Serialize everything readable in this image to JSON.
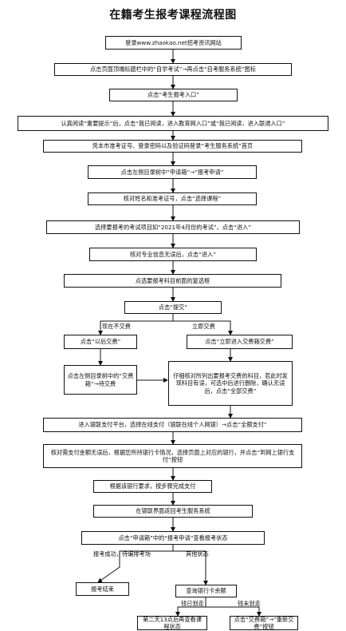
{
  "title": "在籍考生报考课程流程图",
  "steps": {
    "s1": "登录www.zhaokao.net招考资讯网站",
    "s2": "点击页面顶端标题栏中的“自学考试”→再点击“自考服务系统”图标",
    "s3": "点击“考生报考入口”",
    "s4": "认真阅读“重要提示”后，点击“我已阅读，进入教育网入口”或“我已阅读，进入联通入口”",
    "s5": "凭本市准考证号、登录密码以及验证码登录“考生服务系统”首页",
    "s6": "点击左侧目录树中“申请箱”→“报考申请”",
    "s7": "核对姓名和准考证号，点击“选择课程”",
    "s8": "选择要报考的考试项目如“2021年4月份的考试”，点击“进入”",
    "s9": "核对专业信息无误后，点击“进入”",
    "s10": "点选要报考科目前面的复选框",
    "s11": "点击“提交”",
    "left1": "点击“以后交费”",
    "left2": "点击左侧目录树中的“交费箱”→待交费",
    "right1": "点击“立即进入交费箱交费”",
    "right2": "仔细核对所列出要报考交费的科目，若此时发现科目有误，可选中后进行删除，确认无误后，点击“全部交费”",
    "s12": "进入银联支付平台，选择在线支付（银联在线个人网银）→点击“全额支付”",
    "s13": "核对需支付金额无误后，根据您所持银行卡情况，选择页面上对应的银行，并点击“到网上银行支付”按钮",
    "s14": "根据该银行要求，按步骤完成支付",
    "s15": "在银联界面返回考生服务系统",
    "s16": "点击“申请箱”中的“报考申请”查看报考状态",
    "end1": "报考结束",
    "check": "查询银行卡余额",
    "final1": "第二天13点后再查看课程状态",
    "final2": "点击“交费箱”→“重新交费”按钮"
  },
  "labels": {
    "pay_later": "现在不交费",
    "pay_now": "立即交费",
    "success": "报考成功，待编排考场",
    "other": "其他状态",
    "deducted": "钱已划走",
    "not_deducted": "钱未划走"
  }
}
